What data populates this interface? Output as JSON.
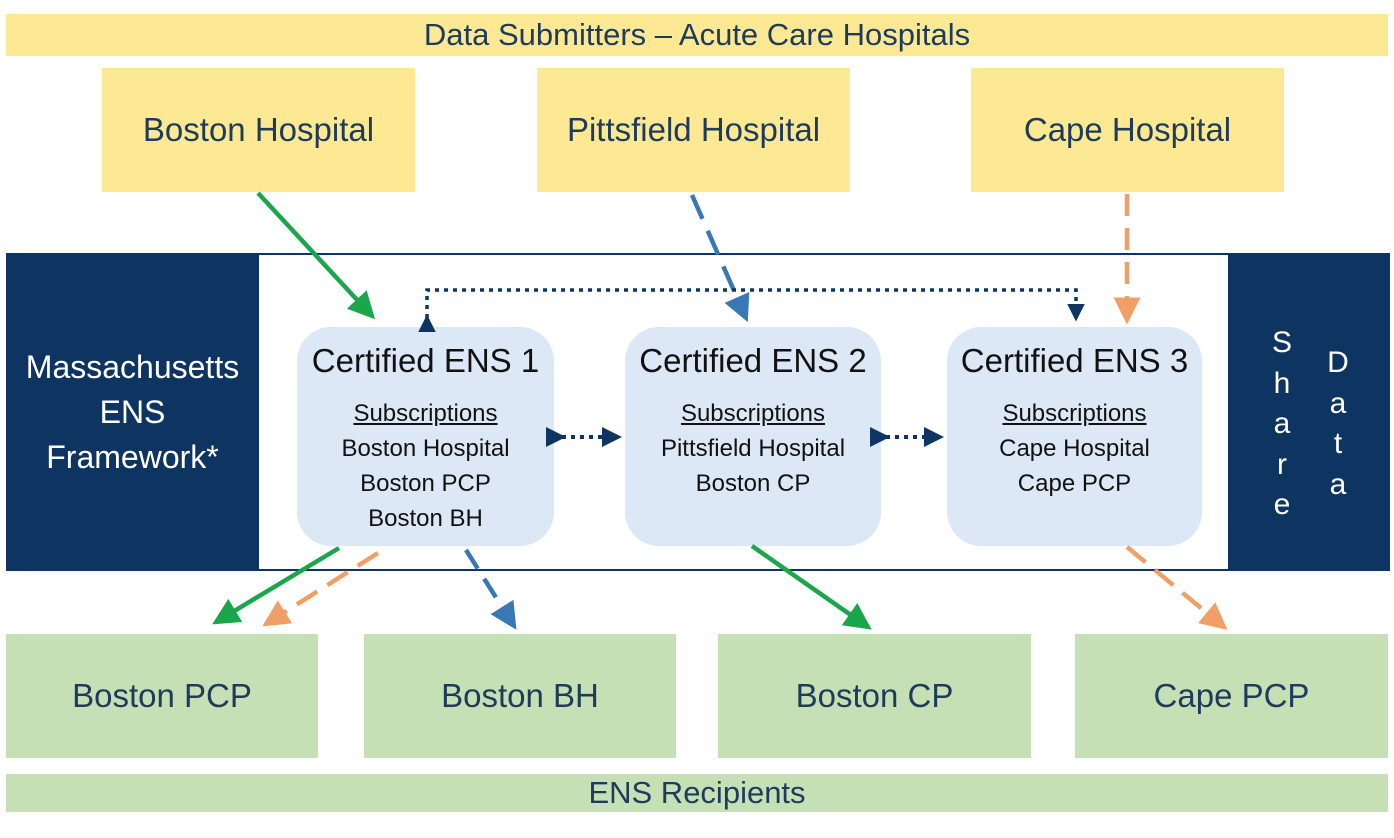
{
  "header_band": "Data Submitters – Acute Care Hospitals",
  "footer_band": "ENS Recipients",
  "hospitals": [
    "Boston Hospital",
    "Pittsfield Hospital",
    "Cape Hospital"
  ],
  "framework": {
    "label_lines": [
      "Massachusetts",
      "ENS",
      "Framework*"
    ],
    "share_letters": [
      "S",
      "h",
      "a",
      "r",
      "e"
    ],
    "data_letters": [
      "D",
      "a",
      "t",
      "a"
    ]
  },
  "ens": [
    {
      "title": "Certified ENS 1",
      "subscriptions_label": "Subscriptions",
      "items": [
        "Boston Hospital",
        "Boston PCP",
        "Boston BH"
      ]
    },
    {
      "title": "Certified ENS 2",
      "subscriptions_label": "Subscriptions",
      "items": [
        "Pittsfield Hospital",
        "Boston CP"
      ]
    },
    {
      "title": "Certified ENS 3",
      "subscriptions_label": "Subscriptions",
      "items": [
        "Cape Hospital",
        "Cape PCP"
      ]
    }
  ],
  "recipients": [
    "Boston PCP",
    "Boston BH",
    "Boston CP",
    "Cape PCP"
  ],
  "colors": {
    "submitter_fill": "#fde994",
    "recipient_fill": "#c5e0b4",
    "framework_navy": "#0e3461",
    "ens_fill": "#dde8f6",
    "arrow_green": "#1aa64a",
    "arrow_blue": "#3a78b5",
    "arrow_orange": "#f0a066",
    "arrow_navy": "#0e3461"
  }
}
